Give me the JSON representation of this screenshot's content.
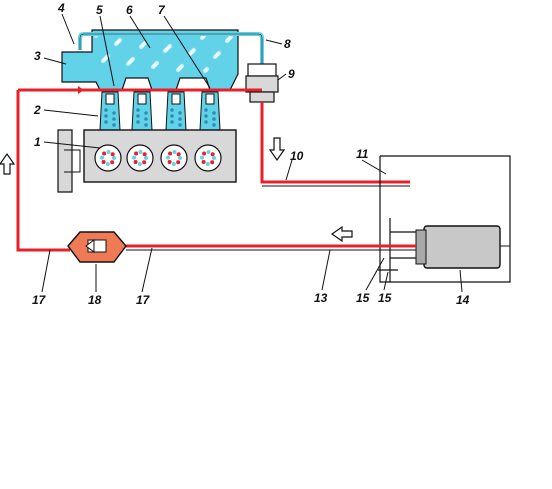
{
  "labels": {
    "n1": "1",
    "n2": "2",
    "n3": "3",
    "n4": "4",
    "n5": "5",
    "n6": "6",
    "n7": "7",
    "n8": "8",
    "n9": "9",
    "n10": "10",
    "n11": "11",
    "n13": "13",
    "n14": "14",
    "n15a": "15",
    "n15b": "15",
    "n17a": "17",
    "n17b": "17",
    "n18": "18"
  },
  "colors": {
    "fuel_line": "#e8202a",
    "air": "#62d2e8",
    "engine_block": "#d8d8d8",
    "tank": "#c8c8c8",
    "filter": "#f07a55",
    "outline": "#111111",
    "vent_line": "#62d2e8"
  },
  "icons": {
    "flow_arrow": "hollow-arrow"
  }
}
